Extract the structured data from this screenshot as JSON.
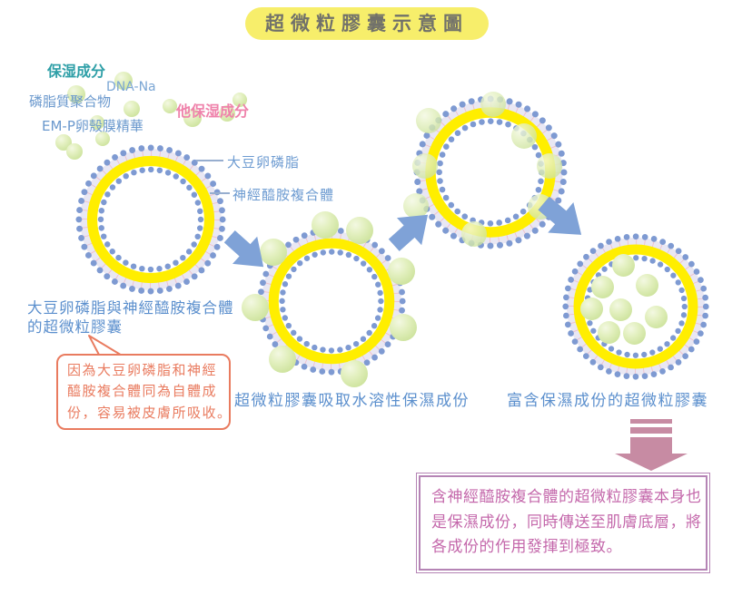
{
  "title": "超微粒膠囊示意圖",
  "legend": {
    "moisturizing": "保湿成分",
    "dna_na": "DNA-Na",
    "phospholipid_polymer": "磷脂質聚合物",
    "other_moisturizing": "他保湿成分",
    "em_p": "EM-P卵殼膜精華"
  },
  "membrane_labels": {
    "soy_lecithin": "大豆卵磷脂",
    "ceramide_complex": "神經醯胺複合體"
  },
  "captions": {
    "capsule1_lines": [
      "大豆卵磷脂與神經醯胺複合體",
      "的超微粒膠囊"
    ],
    "capsule2": "超微粒膠囊吸取水溶性保濕成份",
    "capsule4": "富含保濕成份的超微粒膠囊"
  },
  "orange_callout_lines": [
    "因為大豆卵磷脂和神經",
    "醯胺複合體同為自體成",
    "份，容易被皮膚所吸收。"
  ],
  "pink_note_lines": [
    "含神經醯胺複合體的超微粒膠囊本身也",
    "是保濕成份，同時傳送至肌膚底層，將",
    "各成份的作用發揮到極致。"
  ],
  "colors": {
    "title_bg": "#f7ee6b",
    "title_text": "#71716a",
    "blue_text": "#5b8fcd",
    "teal_text": "#2e9fa7",
    "pink_text": "#ef82ab",
    "arrow_blue": "#7fa2d7",
    "arrow_pink": "#c78ba3",
    "capsule_dot_blue": "#7e9ad2",
    "capsule_ring_yellow": "#ffee00",
    "ingredient_ball_green": "#cfe4a0",
    "orange_callout": "#e97b5f",
    "pink_note_border": "#b584b5",
    "pink_note_text": "#c468ab"
  }
}
